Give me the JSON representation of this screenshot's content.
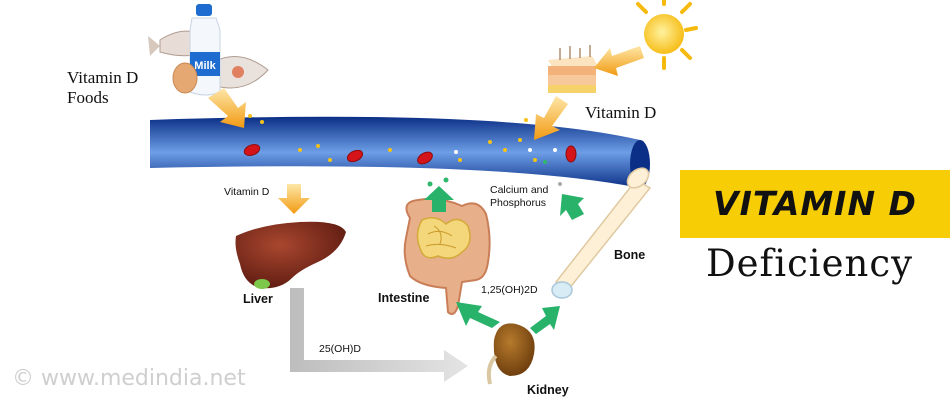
{
  "diagram": {
    "title": "VITAMIN D",
    "subtitle": "Deficiency",
    "watermark": "©  www.medindia.net",
    "milk_label": "Milk",
    "labels": {
      "vitamin_d_foods": "Vitamin D\nFoods",
      "vitamin_d_sun": "Vitamin D",
      "vitamin_d_blood": "Vitamin D",
      "calcium_phosphorus": "Calcium and\nPhosphorus",
      "liver": "Liver",
      "intestine": "Intestine",
      "bone": "Bone",
      "kidney": "Kidney",
      "metabolite_25": "25(OH)D",
      "metabolite_125": "1,25(OH)2D"
    },
    "colors": {
      "accent": "#f7cd06",
      "vessel": "#1f52b8",
      "arrow_orange": "#f3a21c",
      "arrow_green": "#28b26a",
      "arrow_gray": "#c8c8c8",
      "liver": "#7d2a1c",
      "kidney": "#8a5316",
      "intestine": "#e8b08a",
      "sun": "#f8c41a"
    }
  }
}
